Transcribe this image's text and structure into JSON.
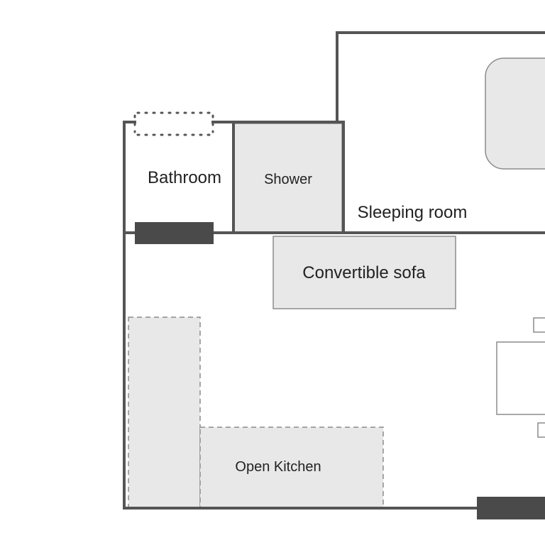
{
  "colors": {
    "background": "#ffffff",
    "wall": "#555555",
    "furniture_fill": "#e8e8e8",
    "furniture_stroke": "#8c8c8c",
    "door_dark": "#4a4a4a",
    "label": "#222222"
  },
  "rooms": {
    "bathroom": {
      "label": "Bathroom"
    },
    "shower": {
      "label": "Shower"
    },
    "sleeping_room": {
      "label": "Sleeping room"
    },
    "convertible_sofa": {
      "label": "Convertible sofa"
    },
    "open_kitchen": {
      "label": "Open Kitchen"
    }
  }
}
